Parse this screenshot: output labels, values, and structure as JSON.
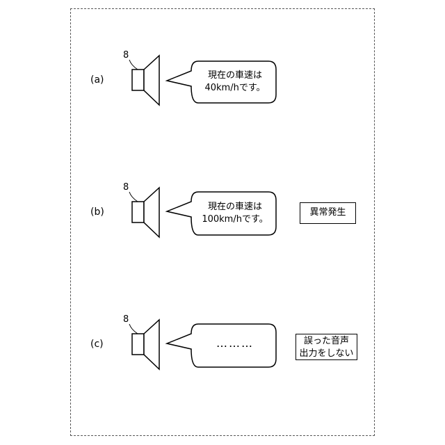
{
  "panels": [
    {
      "label": "(a)",
      "speaker_ref": "8",
      "speech_lines": [
        "現在の車速は",
        "40km/hです。"
      ],
      "status_lines": []
    },
    {
      "label": "(b)",
      "speaker_ref": "8",
      "speech_lines": [
        "現在の車速は",
        "100km/hです。"
      ],
      "status_lines": [
        "異常発生"
      ]
    },
    {
      "label": "(c)",
      "speaker_ref": "8",
      "speech_dots": "………",
      "status_lines": [
        "誤った音声",
        "出力をしない"
      ]
    }
  ]
}
